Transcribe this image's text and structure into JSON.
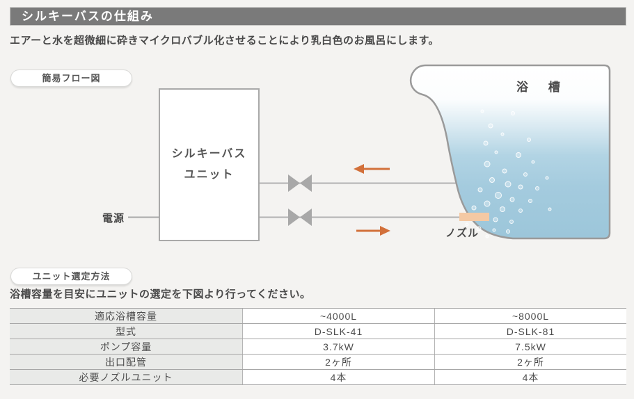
{
  "header": {
    "title": "シルキーバスの仕組み",
    "subtitle": "エアーと水を超微細に砕きマイクロバブル化させることにより乳白色のお風呂にします。"
  },
  "flow_section": {
    "badge": "簡易フロー図",
    "unit_box": {
      "line1": "シルキーバス",
      "line2": "ユニット"
    },
    "power_label": "電源",
    "bathtub_label": "浴 槽",
    "nozzle_label": "ノズル"
  },
  "selection_section": {
    "badge": "ユニット選定方法",
    "description": "浴槽容量を目安にユニットの選定を下図より行ってください。",
    "table": {
      "rows": [
        {
          "label": "適応浴槽容量",
          "values": [
            "~4000L",
            "~8000L"
          ]
        },
        {
          "label": "型式",
          "values": [
            "D-SLK-41",
            "D-SLK-81"
          ]
        },
        {
          "label": "ポンプ容量",
          "values": [
            "3.7kW",
            "7.5kW"
          ]
        },
        {
          "label": "出口配管",
          "values": [
            "2ヶ所",
            "2ヶ所"
          ]
        },
        {
          "label": "必要ノズルユニット",
          "values": [
            "4本",
            "4本"
          ]
        }
      ]
    }
  },
  "colors": {
    "title_bar_bg": "#7a7a7a",
    "arrow_orange": "#d2703a",
    "pipe_gray": "#b2b2b2",
    "valve_gray": "#a8a8a8",
    "tub_outline": "#9a9a9a",
    "water_blue": "#9fc8dc",
    "nozzle_peach": "#f4c9a4",
    "row_header_bg": "#e9eae8"
  }
}
